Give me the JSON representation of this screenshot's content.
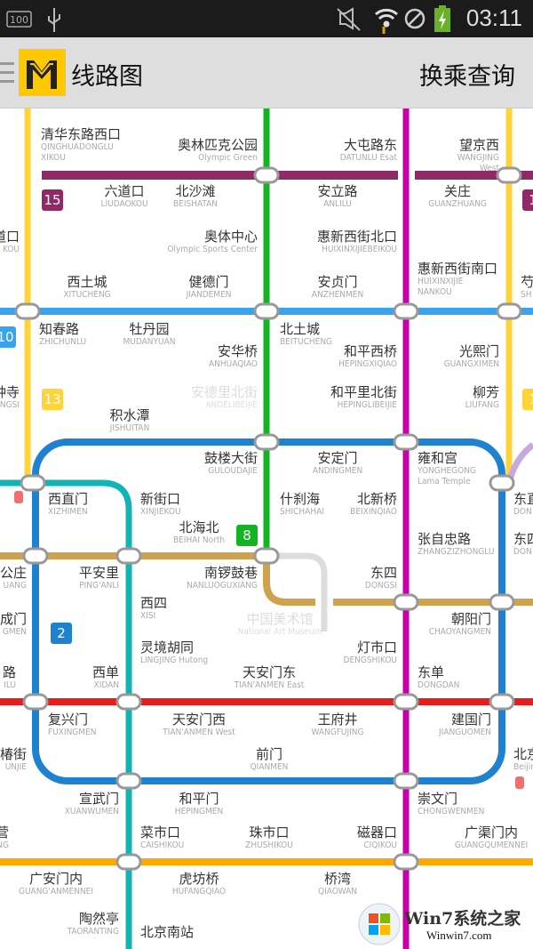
{
  "status_bar": {
    "battery_level": "100",
    "time": "03:11",
    "icons": [
      "battery-icon",
      "usb-icon",
      "mute-icon",
      "wifi-icon",
      "blocked-icon",
      "charging-battery-icon"
    ]
  },
  "app_bar": {
    "menu_icon": "hamburger-icon",
    "logo": "M",
    "title": "线路图",
    "action": "换乘查询"
  },
  "colors": {
    "line13": "#ffd43a",
    "line15": "#8f2a67",
    "line10": "#3aa3ee",
    "line8": "#12b521",
    "line5": "#c800a8",
    "line2": "#1f82d0",
    "line4": "#12b3b3",
    "line6": "#d1a24e",
    "line1": "#e71c1c",
    "line7": "#ffa800",
    "ghost": "#dddddd"
  },
  "badges": [
    "15",
    "10",
    "13",
    "8",
    "2",
    "1",
    "1"
  ],
  "stations": [
    {
      "zh": "清华东路西口",
      "en": "QINGHUADONGLU\nXIKOU"
    },
    {
      "zh": "奥林匹克公园",
      "en": "Olympic Green"
    },
    {
      "zh": "大屯路东",
      "en": "DATUNLU Esat"
    },
    {
      "zh": "望京西",
      "en": "WANGJING West"
    },
    {
      "zh": "六道口",
      "en": "LIUDAOKOU"
    },
    {
      "zh": "北沙滩",
      "en": "BEISHATAN"
    },
    {
      "zh": "安立路",
      "en": "ANLILU"
    },
    {
      "zh": "关庄",
      "en": "GUANZHUANG"
    },
    {
      "zh": "奥体中心",
      "en": "Olympic Sports Center"
    },
    {
      "zh": "惠新西街北口",
      "en": "HUIXINXIJIEBEIKOU"
    },
    {
      "zh": "惠新西街南口",
      "en": "HUIXINXIJIE\nNANKOU"
    },
    {
      "zh": "西土城",
      "en": "XITUCHENG"
    },
    {
      "zh": "健德门",
      "en": "JIANDEMEN"
    },
    {
      "zh": "安贞门",
      "en": "ANZHENMEN"
    },
    {
      "zh": "知春路",
      "en": "ZHICHUNLU"
    },
    {
      "zh": "牡丹园",
      "en": "MUDANYUAN"
    },
    {
      "zh": "北土城",
      "en": "BEITUCHENG"
    },
    {
      "zh": "安华桥",
      "en": "ANHUAQIAO"
    },
    {
      "zh": "和平西桥",
      "en": "HEPINGXIQIAO"
    },
    {
      "zh": "光熙门",
      "en": "GUANGXIMEN"
    },
    {
      "zh": "安德里北街",
      "en": "ANDELIBEIJIE"
    },
    {
      "zh": "和平里北街",
      "en": "HEPINGLIBEIJIE"
    },
    {
      "zh": "柳芳",
      "en": "LIUFANG"
    },
    {
      "zh": "积水潭",
      "en": "JISHUITAN"
    },
    {
      "zh": "鼓楼大街",
      "en": "GULOUDAJIE"
    },
    {
      "zh": "安定门",
      "en": "ANDINGMEN"
    },
    {
      "zh": "雍和宫",
      "en": "YONGHEGONG\nLama Temple"
    },
    {
      "zh": "西直门",
      "en": "XIZHIMEN"
    },
    {
      "zh": "新街口",
      "en": "XINJIEKOU"
    },
    {
      "zh": "什刹海",
      "en": "SHICHAHAI"
    },
    {
      "zh": "北新桥",
      "en": "BEIXINQIAO"
    },
    {
      "zh": "北海北",
      "en": "BEIHAI North"
    },
    {
      "zh": "张自忠路",
      "en": "ZHANGZIZHONGLU"
    },
    {
      "zh": "平安里",
      "en": "PING'ANLI"
    },
    {
      "zh": "南锣鼓巷",
      "en": "NANLUOGUXIANG"
    },
    {
      "zh": "东四",
      "en": "DONGSI"
    },
    {
      "zh": "西四",
      "en": "XISI"
    },
    {
      "zh": "中国美术馆",
      "en": "National Art Museum"
    },
    {
      "zh": "朝阳门",
      "en": "CHAOYANGMEN"
    },
    {
      "zh": "灵境胡同",
      "en": "LINGJING Hutong"
    },
    {
      "zh": "灯市口",
      "en": "DENGSHIKOU"
    },
    {
      "zh": "西单",
      "en": "XIDAN"
    },
    {
      "zh": "天安门东",
      "en": "TIAN'ANMEN East"
    },
    {
      "zh": "东单",
      "en": "DONGDAN"
    },
    {
      "zh": "复兴门",
      "en": "FUXINGMEN"
    },
    {
      "zh": "天安门西",
      "en": "TIAN'ANMEN West"
    },
    {
      "zh": "王府井",
      "en": "WANGFUJING"
    },
    {
      "zh": "建国门",
      "en": "JIANGUOMEN"
    },
    {
      "zh": "前门",
      "en": "QIANMEN"
    },
    {
      "zh": "宣武门",
      "en": "XUANWUMEN"
    },
    {
      "zh": "和平门",
      "en": "HEPINGMEN"
    },
    {
      "zh": "崇文门",
      "en": "CHONGWENMEN"
    },
    {
      "zh": "菜市口",
      "en": "CAISHIKOU"
    },
    {
      "zh": "珠市口",
      "en": "ZHUSHIKOU"
    },
    {
      "zh": "磁器口",
      "en": "CIQIKOU"
    },
    {
      "zh": "广渠门内",
      "en": "GUANGQUMENNEI"
    },
    {
      "zh": "广安门内",
      "en": "GUANG'ANMENNEI"
    },
    {
      "zh": "虎坊桥",
      "en": "HUFANGQIAO"
    },
    {
      "zh": "桥湾",
      "en": "QIAOWAN"
    },
    {
      "zh": "陶然亭",
      "en": "TAORANTING"
    },
    {
      "zh": "北京南站",
      "en": ""
    },
    {
      "zh": "道口",
      "en": "KOU"
    },
    {
      "zh": "钟寺",
      "en": "NGSI"
    },
    {
      "zh": "公庄",
      "en": "UANG"
    },
    {
      "zh": "成门",
      "en": "GMEN"
    },
    {
      "zh": "路",
      "en": "ILU"
    },
    {
      "zh": "椿街",
      "en": "UNJIE"
    },
    {
      "zh": "营",
      "en": "YING"
    },
    {
      "zh": "芍",
      "en": "SH"
    },
    {
      "zh": "东直",
      "en": "DON"
    },
    {
      "zh": "东四",
      "en": "DON"
    },
    {
      "zh": "北京",
      "en": "Beijin"
    }
  ],
  "watermark": {
    "text": "Win7系统之家",
    "url": "Winwin7.com"
  }
}
